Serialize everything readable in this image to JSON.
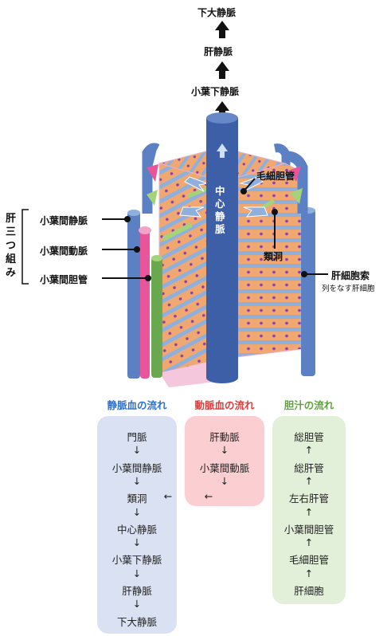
{
  "top_chain": {
    "outlet_1": "下大静脈",
    "outlet_2": "肝静脈",
    "outlet_3": "小葉下静脈"
  },
  "central_vein_label": "中心静脈",
  "triad": {
    "group_label": "肝三つ組み",
    "portal_venule": "小葉間静脈",
    "hepatic_arteriole": "小葉間動脈",
    "bile_ductule": "小葉間胆管"
  },
  "right_labels": {
    "bile_canaliculus": "毛細胆管",
    "sinusoid": "類洞",
    "hepatic_cord": "肝細胞索",
    "hepatic_cord_note": "列をなす肝細胞"
  },
  "flows": {
    "venous": {
      "title": "静脈血の流れ",
      "steps": [
        "門脈",
        "小葉間静脈",
        "類洞",
        "中心静脈",
        "小葉下静脈",
        "肝静脈",
        "下大静脈"
      ],
      "arrow": "↓"
    },
    "arterial": {
      "title": "動脈血の流れ",
      "steps": [
        "肝動脈",
        "小葉間動脈"
      ],
      "arrow": "↓",
      "merge_arrow": "←"
    },
    "bile": {
      "title": "胆汁の流れ",
      "steps": [
        "総胆管",
        "総肝管",
        "左右肝管",
        "小葉間胆管",
        "毛細胆管",
        "肝細胞"
      ],
      "arrow": "↑"
    }
  },
  "colors": {
    "vein_blue": "#3d5fa8",
    "portal_blue": "#5b80c4",
    "artery_pink": "#e8559a",
    "bile_green": "#6aa84f",
    "hepatocyte_orange": "#f0a870",
    "sinusoid_blue": "#8fb0dc",
    "venous_box": "#d9e1f2",
    "arterial_box": "#fbcfd2",
    "bile_box": "#e2efd9",
    "venous_title": "#2f6fce",
    "arterial_title": "#e03c3c",
    "bile_title": "#5fa33a"
  }
}
